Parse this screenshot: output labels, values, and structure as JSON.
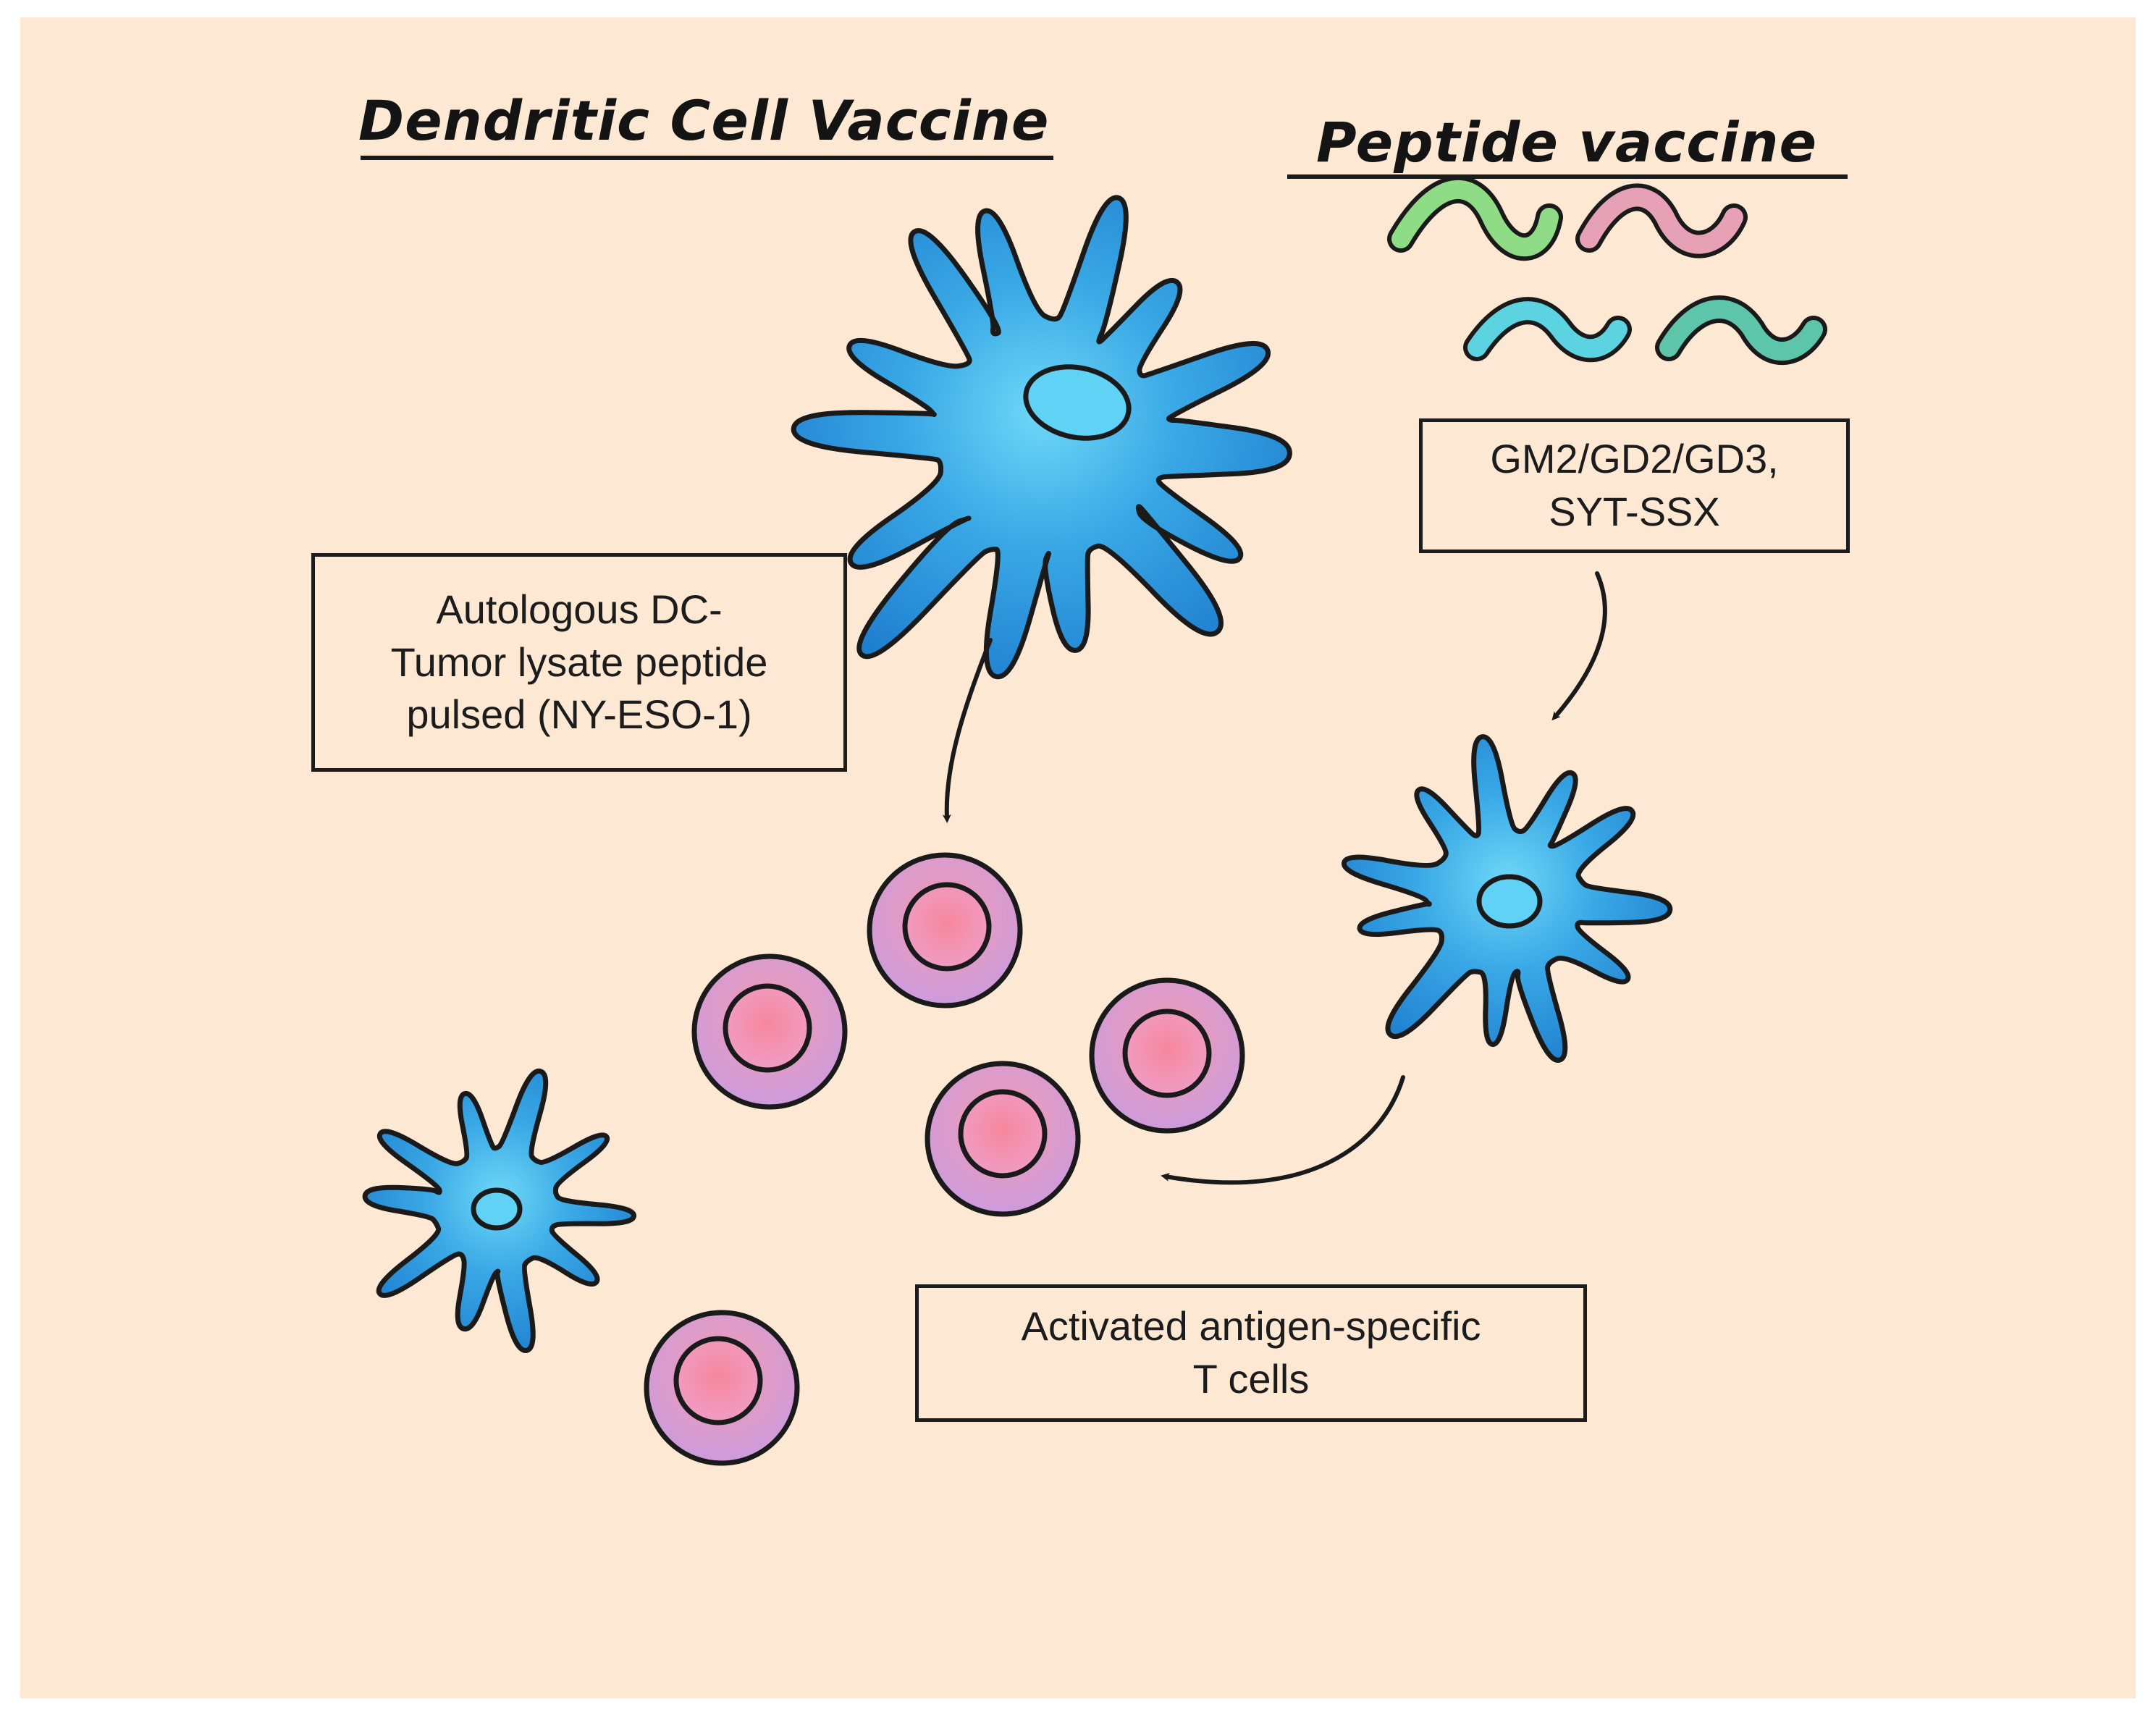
{
  "headings": {
    "dendritic_cell_vaccine": "Dendritic Cell Vaccine",
    "peptide_vaccine": "Peptide vaccine"
  },
  "boxes": {
    "autologous": [
      "Autologous DC-",
      "Tumor lysate peptide",
      "pulsed (NY-ESO-1)"
    ],
    "peptides": [
      "GM2/GD2/GD3,",
      "SYT-SSX"
    ],
    "activated": [
      "Activated antigen-specific",
      "T cells"
    ]
  },
  "colors": {
    "background": "#fde8d3",
    "dendritic_cell": "#2d93d6",
    "dendritic_cell_highlight": "#5fd2f5",
    "t_cell": "#e8a0c8",
    "t_cell_core": "#f590ab",
    "peptide_colors": [
      "#8fdc86",
      "#e7a1b6",
      "#5bd3e0",
      "#5dc6aa"
    ]
  },
  "icons": {
    "large_dc": "dendritic-cell-icon",
    "small_dc": "dendritic-cell-icon",
    "t_cell": "t-cell-icon",
    "peptide": "peptide-strand-icon",
    "arrow": "arrow-icon"
  }
}
